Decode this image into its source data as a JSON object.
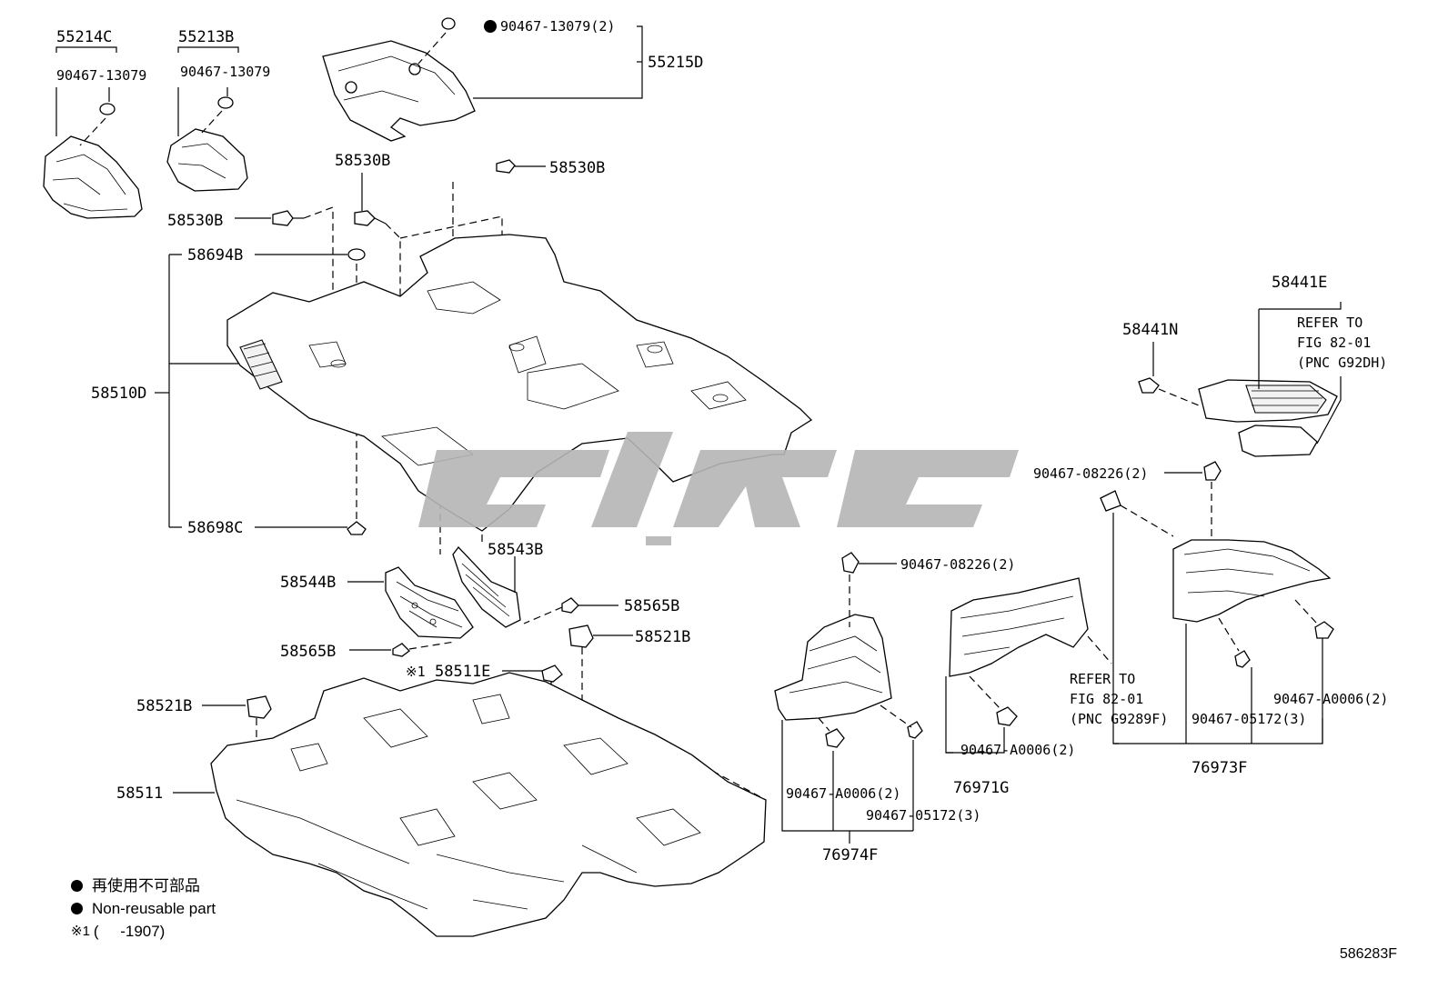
{
  "labels": {
    "p55214C": "55214C",
    "p55213B": "55213B",
    "p90467_13079_a": "90467-13079",
    "p90467_13079_b": "90467-13079",
    "p90467_13079_c": "90467-13079(2)",
    "p55215D": "55215D",
    "p58530B_a": "58530B",
    "p58530B_b": "58530B",
    "p58530B_c": "58530B",
    "p58694B": "58694B",
    "p58510D": "58510D",
    "p58698C": "58698C",
    "p58543B": "58543B",
    "p58544B": "58544B",
    "p58565B_a": "58565B",
    "p58565B_b": "58565B",
    "p58521B_a": "58521B",
    "p58521B_b": "58521B",
    "p58511E_mark": "※1",
    "p58511E": "58511E",
    "p58511": "58511",
    "p58441N": "58441N",
    "p58441E": "58441E",
    "refer1_line1": "REFER TO",
    "refer1_line2": "FIG 82-01",
    "refer1_line3": "(PNC G92DH)",
    "p90467_08226_a": "90467-08226(2)",
    "p90467_08226_b": "90467-08226(2)",
    "refer2_line1": "REFER TO",
    "refer2_line2": "FIG 82-01",
    "refer2_line3": "(PNC G9289F)",
    "p90467_A0006_a": "90467-A0006(2)",
    "p90467_A0006_b": "90467-A0006(2)",
    "p90467_A0006_c": "90467-A0006(2)",
    "p90467_05172_a": "90467-05172(3)",
    "p90467_05172_b": "90467-05172(3)",
    "p76971G": "76971G",
    "p76973F": "76973F",
    "p76974F": "76974F"
  },
  "legend": {
    "non_reusable_jp": "再使用不可部品",
    "non_reusable_en": "Non-reusable part",
    "note1_mark": "※1",
    "note1_text": "(     -1907)"
  },
  "figure_code": "586283F",
  "colors": {
    "line": "#000000",
    "watermark": "#b5b5b5",
    "background": "#ffffff"
  }
}
